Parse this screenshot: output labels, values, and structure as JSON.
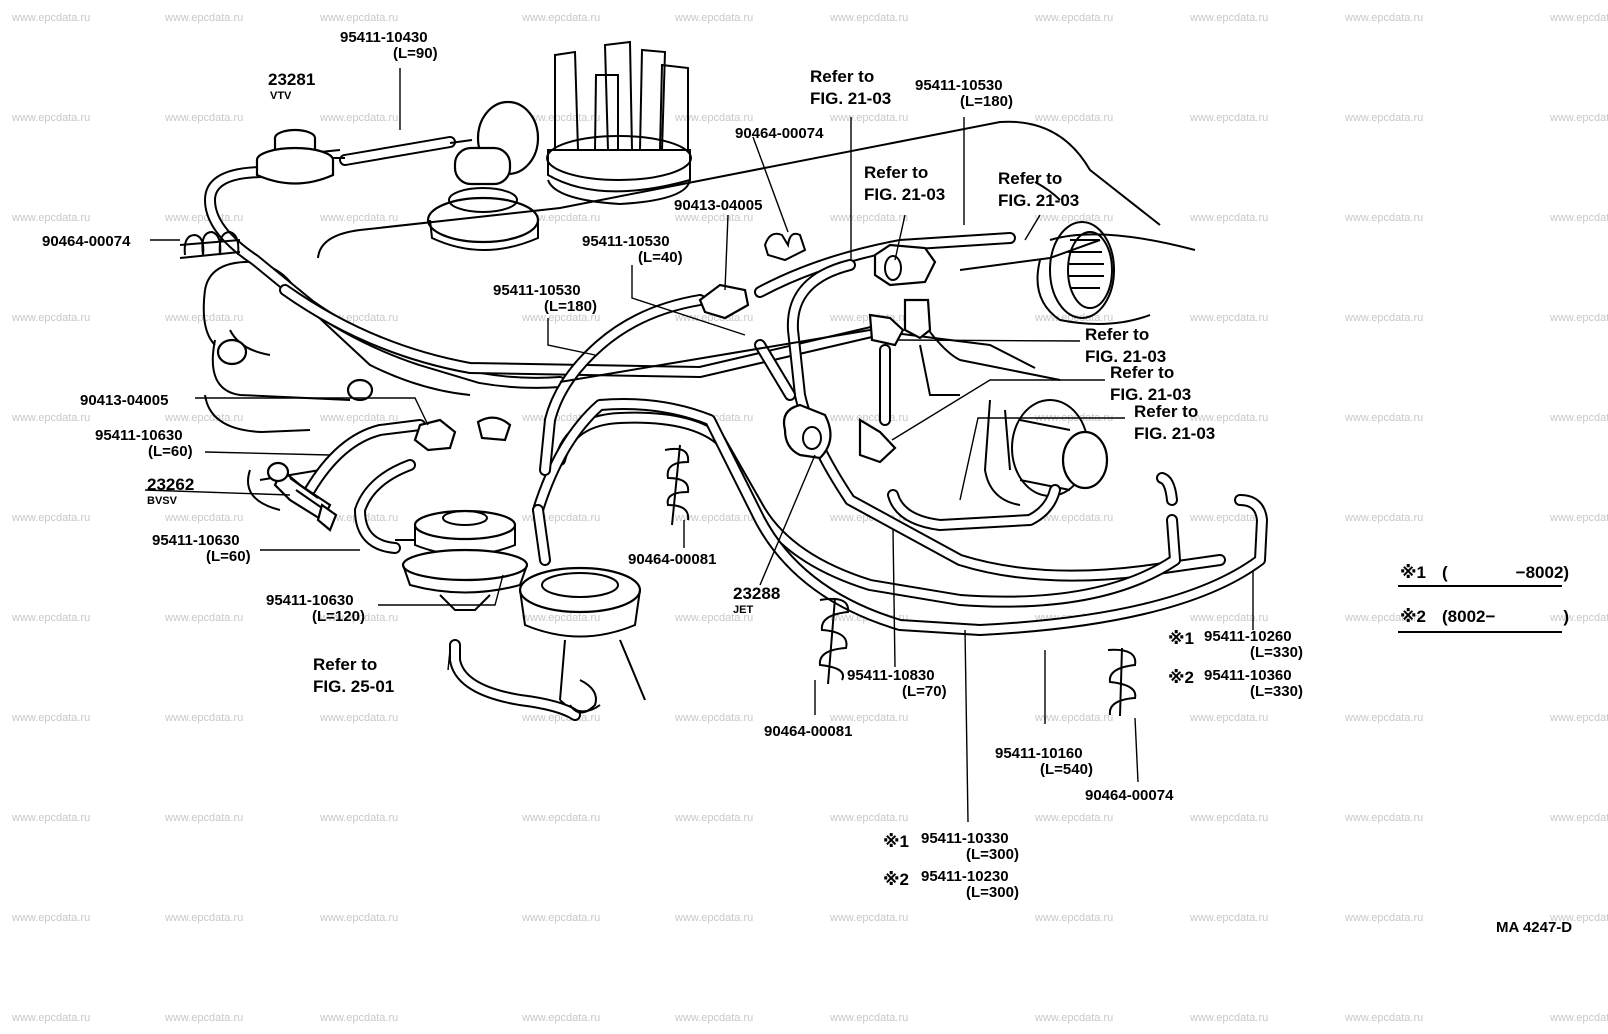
{
  "watermark": "www.epcdata.ru",
  "parts": {
    "vtv_number": "23281",
    "vtv_name": "VTV",
    "bvsv_number": "23262",
    "bvsv_name": "BVSV",
    "jet_number": "23288",
    "jet_name": "JET",
    "hose_10430": "95411-10430",
    "hose_10430_len": "(L=90)",
    "clamp_00074_left": "90464-00074",
    "clamp_00074_top": "90464-00074",
    "clamp_00074_bottom": "90464-00074",
    "joint_04005_top": "90413-04005",
    "joint_04005_left": "90413-04005",
    "hose_10530_a": "95411-10530",
    "hose_10530_a_len": "(L=40)",
    "hose_10530_b": "95411-10530",
    "hose_10530_b_len": "(L=180)",
    "hose_10530_c": "95411-10530",
    "hose_10530_c_len": "(L=180)",
    "hose_10630_a": "95411-10630",
    "hose_10630_a_len": "(L=60)",
    "hose_10630_b": "95411-10630",
    "hose_10630_b_len": "(L=60)",
    "hose_10630_c": "95411-10630",
    "hose_10630_c_len": "(L=120)",
    "clamp_00081_mid": "90464-00081",
    "clamp_00081_low": "90464-00081",
    "hose_10830": "95411-10830",
    "hose_10830_len": "(L=70)",
    "hose_10160": "95411-10160",
    "hose_10160_len": "(L=540)",
    "hose_10260": "95411-10260",
    "hose_10260_len": "(L=330)",
    "hose_10360": "95411-10360",
    "hose_10360_len": "(L=330)",
    "hose_10330": "95411-10330",
    "hose_10330_len": "(L=300)",
    "hose_10230": "95411-10230",
    "hose_10230_len": "(L=300)"
  },
  "refs": {
    "refer_to": "Refer to",
    "fig_21_03": "FIG. 21-03",
    "fig_25_01": "FIG. 25-01"
  },
  "legend": {
    "mark1": "※1",
    "mark2": "※2",
    "range1": "(    −8002)",
    "range2": "(8002−    )"
  },
  "figure_code": "MA  4247-D"
}
